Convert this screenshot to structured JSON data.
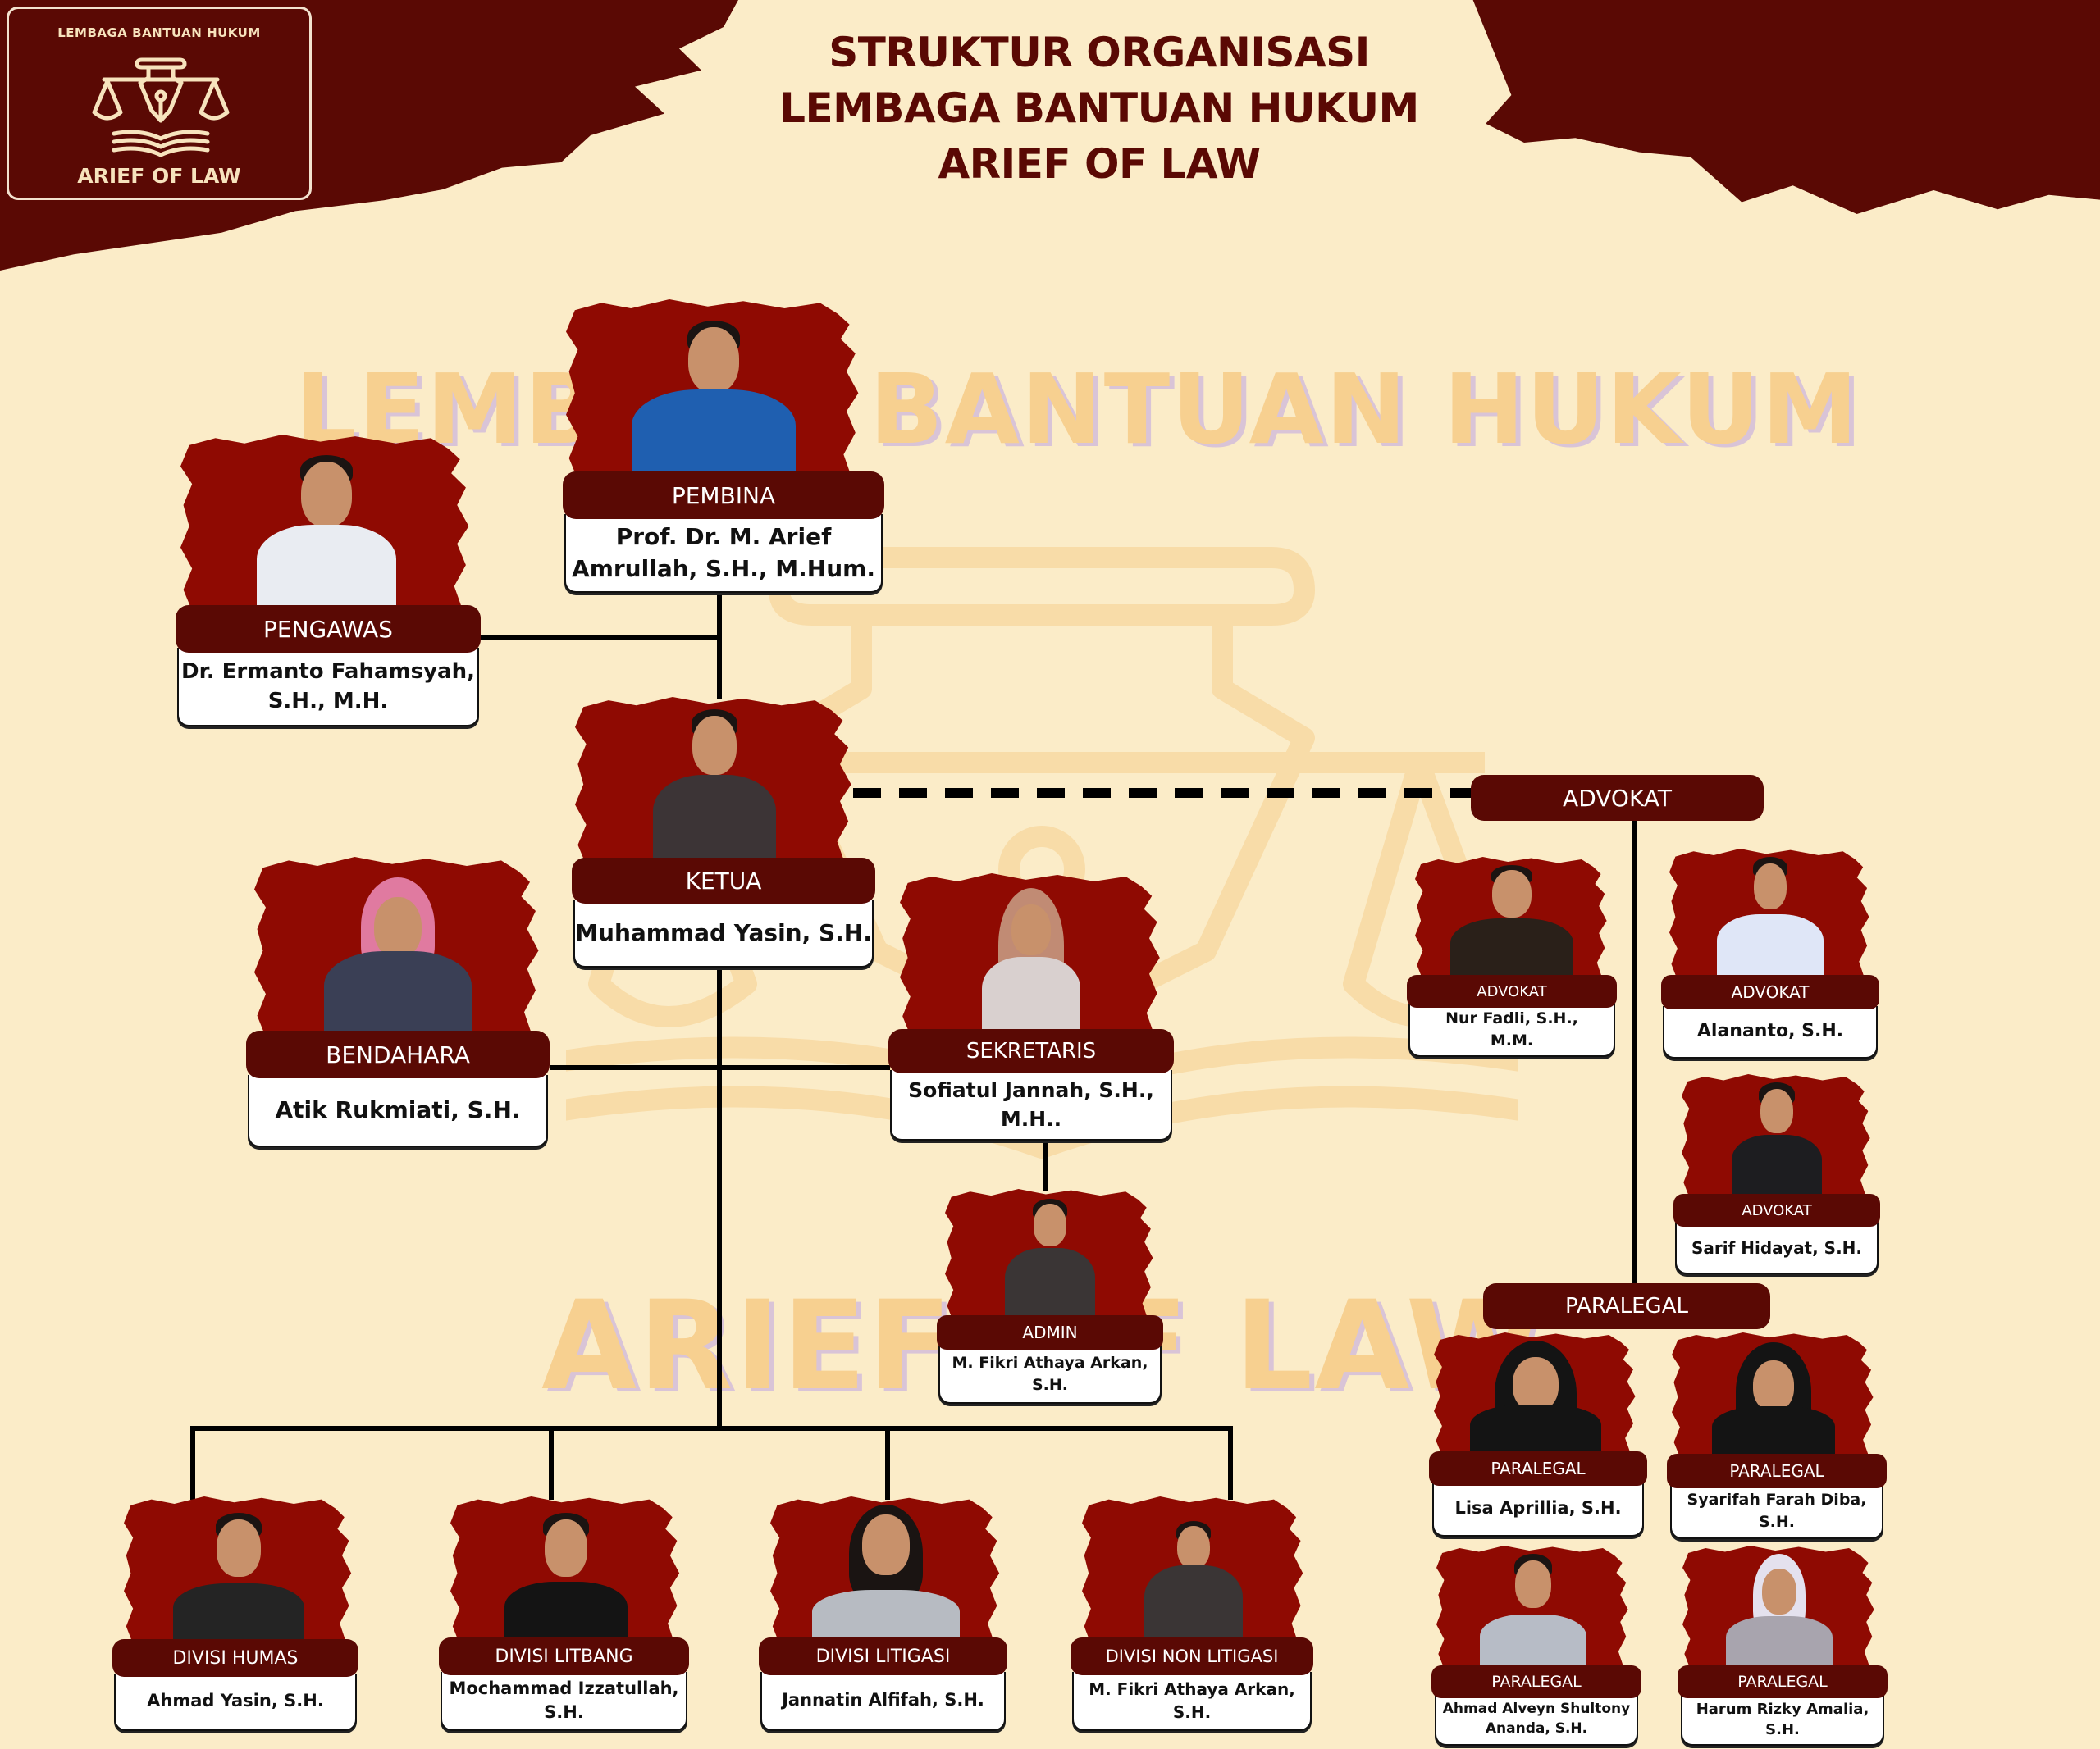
{
  "logo": {
    "top_text": "LEMBAGA BANTUAN HUKUM",
    "bottom_text": "ARIEF OF LAW",
    "emblem_icon": "scales-pen-book-icon"
  },
  "title": {
    "line1": "STRUKTUR ORGANISASI",
    "line2": "LEMBAGA BANTUAN HUKUM",
    "line3": "ARIEF OF LAW"
  },
  "watermark": {
    "line1": "LEMBAGA BANTUAN HUKUM",
    "line2": "ARIEF OF LAW"
  },
  "colors": {
    "background": "#fbecc8",
    "maroon_dark": "#5a0904",
    "photo_red": "#8f0a02",
    "watermark_orange": "#f7cf8e",
    "watermark_shadow": "#d8c2d8"
  },
  "leadership": {
    "pembina": {
      "role": "PEMBINA",
      "name_l1": "Prof. Dr. M. Arief",
      "name_l2": "Amrullah, S.H., M.Hum."
    },
    "pengawas": {
      "role": "PENGAWAS",
      "name_l1": "Dr. Ermanto Fahamsyah,",
      "name_l2": "S.H., M.H."
    },
    "ketua": {
      "role": "KETUA",
      "name_l1": "Muhammad Yasin, S.H."
    },
    "bendahara": {
      "role": "BENDAHARA",
      "name_l1": "Atik Rukmiati, S.H."
    },
    "sekretaris": {
      "role": "SEKRETARIS",
      "name_l1": "Sofiatul Jannah, S.H.,",
      "name_l2": "M.H.."
    },
    "admin": {
      "role": "ADMIN",
      "name_l1": "M. Fikri Athaya Arkan,",
      "name_l2": "S.H."
    }
  },
  "advokat": {
    "header": "ADVOKAT",
    "members": [
      {
        "role": "ADVOKAT",
        "name_l1": "Nur Fadli, S.H.,",
        "name_l2": "M.M."
      },
      {
        "role": "ADVOKAT",
        "name_l1": "Alananto, S.H."
      },
      {
        "role": "ADVOKAT",
        "name_l1": "Sarif Hidayat, S.H."
      }
    ]
  },
  "paralegal": {
    "header": "PARALEGAL",
    "members": [
      {
        "role": "PARALEGAL",
        "name_l1": "Lisa Aprillia, S.H."
      },
      {
        "role": "PARALEGAL",
        "name_l1": "Syarifah Farah Diba,",
        "name_l2": "S.H."
      },
      {
        "role": "PARALEGAL",
        "name_l1": "Ahmad Alveyn Shultony",
        "name_l2": "Ananda, S.H."
      },
      {
        "role": "PARALEGAL",
        "name_l1": "Harum Rizky Amalia,",
        "name_l2": "S.H."
      }
    ]
  },
  "divisions": [
    {
      "role": "DIVISI HUMAS",
      "name_l1": "Ahmad Yasin, S.H."
    },
    {
      "role": "DIVISI LITBANG",
      "name_l1": "Mochammad Izzatullah,",
      "name_l2": "S.H."
    },
    {
      "role": "DIVISI LITIGASI",
      "name_l1": "Jannatin Alfifah, S.H."
    },
    {
      "role": "DIVISI NON LITIGASI",
      "name_l1": "M. Fikri Athaya Arkan,",
      "name_l2": "S.H."
    }
  ]
}
